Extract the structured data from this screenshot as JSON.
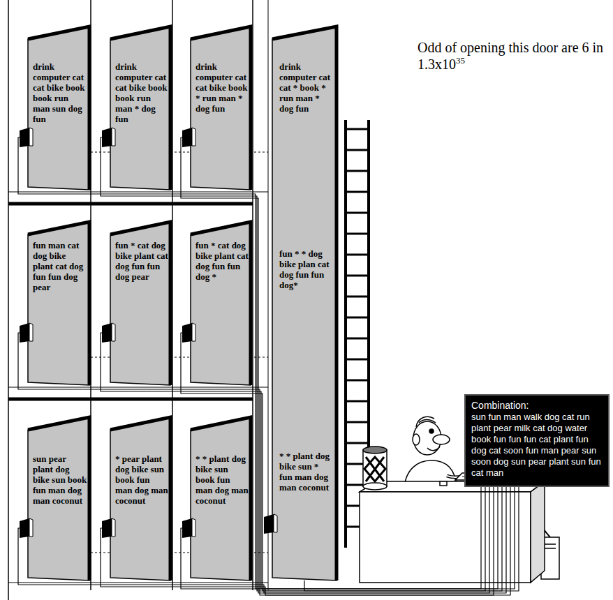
{
  "diagram": {
    "nodes": [
      {
        "text": [
          "drink computer cat cat bike book book run man sun dog fun"
        ]
      },
      {
        "text": [
          "drink computer cat cat bike book book run man * dog fun"
        ]
      },
      {
        "text": [
          "drink computer cat cat bike book * run man * dog fun"
        ]
      },
      {
        "text": [
          "fun man cat dog bike plant cat dog fun fun dog pear"
        ]
      },
      {
        "text": [
          "fun * cat dog bike plant cat dog fun fun dog pear"
        ]
      },
      {
        "text": [
          "fun * cat dog bike plant cat dog fun fun dog *"
        ]
      },
      {
        "text": [
          "sun pear plant dog bike sun book fun man dog man coconut"
        ]
      },
      {
        "text": [
          "* pear plant dog bike sun book fun man dog man coconut"
        ]
      },
      {
        "text": [
          "* * plant dog bike sun book fun man dog man coconut"
        ]
      },
      {
        "text": [
          "drink computer cat cat * book * run man * dog fun",
          "fun * * dog bike plan cat dog fun fun dog*",
          "* * plant dog bike sun * fun man dog man coconut"
        ]
      },
      {
        "text": [
          "Combination:",
          "sun fun man walk dog cat run plant pear milk cat dog water book fun fun fun cat plant fun dog cat soon fun man pear sun soon dog sun pear plant sun fun cat man"
        ]
      }
    ],
    "edges": [
      {
        "from": 0,
        "to": 10,
        "arrow": "none"
      },
      {
        "from": 1,
        "to": 10,
        "arrow": "none"
      },
      {
        "from": 2,
        "to": 10,
        "arrow": "none"
      },
      {
        "from": 3,
        "to": 10,
        "arrow": "none"
      },
      {
        "from": 4,
        "to": 10,
        "arrow": "none"
      },
      {
        "from": 5,
        "to": 10,
        "arrow": "none"
      },
      {
        "from": 6,
        "to": 10,
        "arrow": "none"
      },
      {
        "from": 7,
        "to": 10,
        "arrow": "none"
      },
      {
        "from": 8,
        "to": 10,
        "arrow": "none"
      },
      {
        "from": 9,
        "to": 10,
        "arrow": "none"
      }
    ],
    "labels": [
      "Odd of opening this door are 6 in 1.3x10",
      "35"
    ]
  }
}
